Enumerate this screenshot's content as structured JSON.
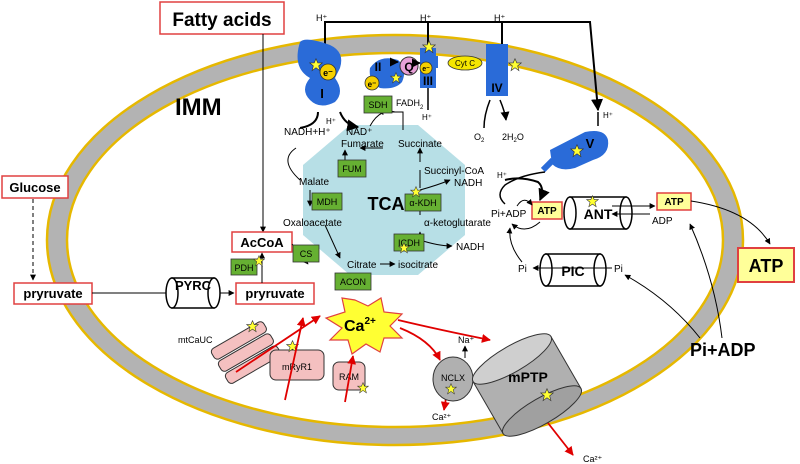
{
  "labels": {
    "fatty_acids": "Fatty acids",
    "imm": "IMM",
    "glucose": "Glucose",
    "pyruvate_cyto": "pryruvate",
    "pyruvate_mito": "pryruvate",
    "pyrc": "PYRC",
    "acoa": "AcCoA",
    "pdh": "PDH",
    "tca": "TCA",
    "fum": "FUM",
    "mdh": "MDH",
    "cs": "CS",
    "acon": "ACON",
    "icdh": "ICDH",
    "akdh": "α-KDH",
    "sdh": "SDH",
    "fumarate": "Fumarate",
    "succinate": "Succinate",
    "malate": "Malate",
    "oxaloacetate": "Oxaloacetate",
    "citrate": "Citrate",
    "isocitrate": "isocitrate",
    "akg": "α-ketoglutarate",
    "succoa": "Succinyl-CoA",
    "nadh1": "NADH",
    "nadh2": "NADH",
    "nadh_h": "NADH+H⁺",
    "h_plus_small": "H⁺",
    "nad": "NAD⁺",
    "fadh2": "FADH",
    "fadh2_sub": "2",
    "o2": "O",
    "o2_sub": "2",
    "h2o": "2H",
    "h2o_sub": "2",
    "h2o_o": "O",
    "h_top1": "H⁺",
    "h_top2": "H⁺",
    "h_top3": "H⁺",
    "h_below": "H⁺",
    "h_v_out": "H⁺",
    "h_v_in": "H⁺",
    "complex_I": "I",
    "complex_II": "II",
    "complex_III": "III",
    "complex_IV": "IV",
    "complex_V": "V",
    "q": "Q",
    "cytc": "Cyt C",
    "e1": "e⁻",
    "e2": "e⁻",
    "e3": "e⁻",
    "atp_in": "ATP",
    "atp_out": "ATP",
    "atp_big": "ATP",
    "ant": "ANT",
    "pi_adp_in": "Pi+ADP",
    "adp_out": "ADP",
    "pic": "PIC",
    "pi_in": "Pi",
    "pi_out": "Pi",
    "pi_adp_big": "Pi+ADP",
    "mtcauc": "mtCaUC",
    "mryr1": "mRyR1",
    "ram": "RAM",
    "ca_main": "Ca",
    "ca_sup": "2+",
    "nclx": "NCLX",
    "na": "Na⁺",
    "mptp": "mPTP",
    "ca_out1": "Ca²⁺",
    "ca_out2": "Ca²⁺"
  },
  "colors": {
    "membrane": "#b3b3b3",
    "membrane_edge": "#e6b800",
    "matrix_tca": "#b7dfe6",
    "enzyme": "#66b032",
    "complex_blue": "#2a6bd8",
    "q_pink": "#e7a0d8",
    "cytc_yellow": "#f5e600",
    "box_red": "#e04040",
    "atp_fill": "#ffff99",
    "calcium_red": "#e00000",
    "channel_pink": "#f4c0c0",
    "star": "#ffff33"
  }
}
